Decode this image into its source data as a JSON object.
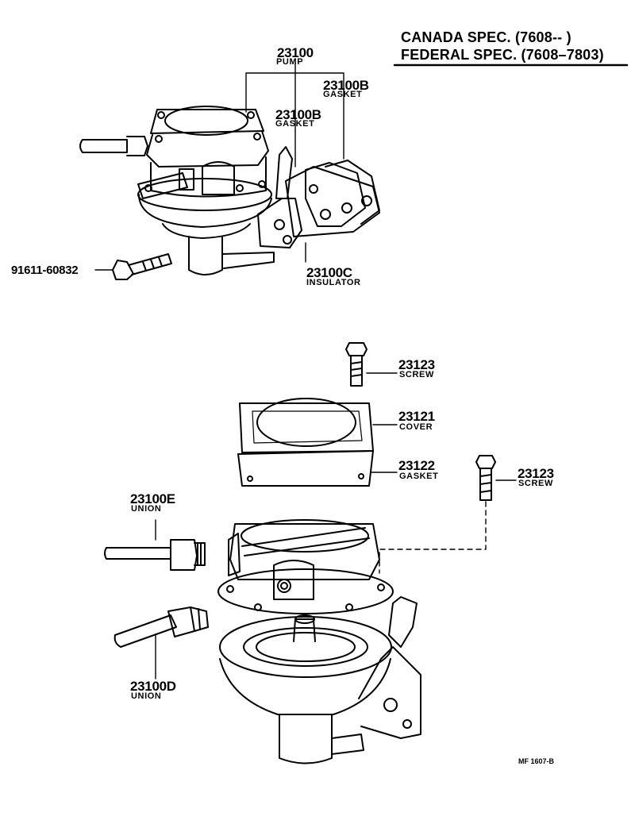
{
  "header": {
    "canada_spec": "CANADA SPEC. (7608--          )",
    "federal_spec": "FEDERAL SPEC. (7608–7803)"
  },
  "callouts": {
    "pump": {
      "part": "23100",
      "desc": "PUMP"
    },
    "gasket_outer": {
      "part": "23100B",
      "desc": "GASKET"
    },
    "gasket_inner": {
      "part": "23100B",
      "desc": "GASKET"
    },
    "bolt": {
      "part": "91611-60832"
    },
    "insulator": {
      "part": "23100C",
      "desc": "INSULATOR"
    },
    "screw_top": {
      "part": "23123",
      "desc": "SCREW"
    },
    "cover": {
      "part": "23121",
      "desc": "COVER"
    },
    "gasket_cover": {
      "part": "23122",
      "desc": "GASKET"
    },
    "screw_side": {
      "part": "23123",
      "desc": "SCREW"
    },
    "union_e": {
      "part": "23100E",
      "desc": "UNION"
    },
    "union_d": {
      "part": "23100D",
      "desc": "UNION"
    }
  },
  "footer": {
    "code": "MF 1607-B"
  }
}
